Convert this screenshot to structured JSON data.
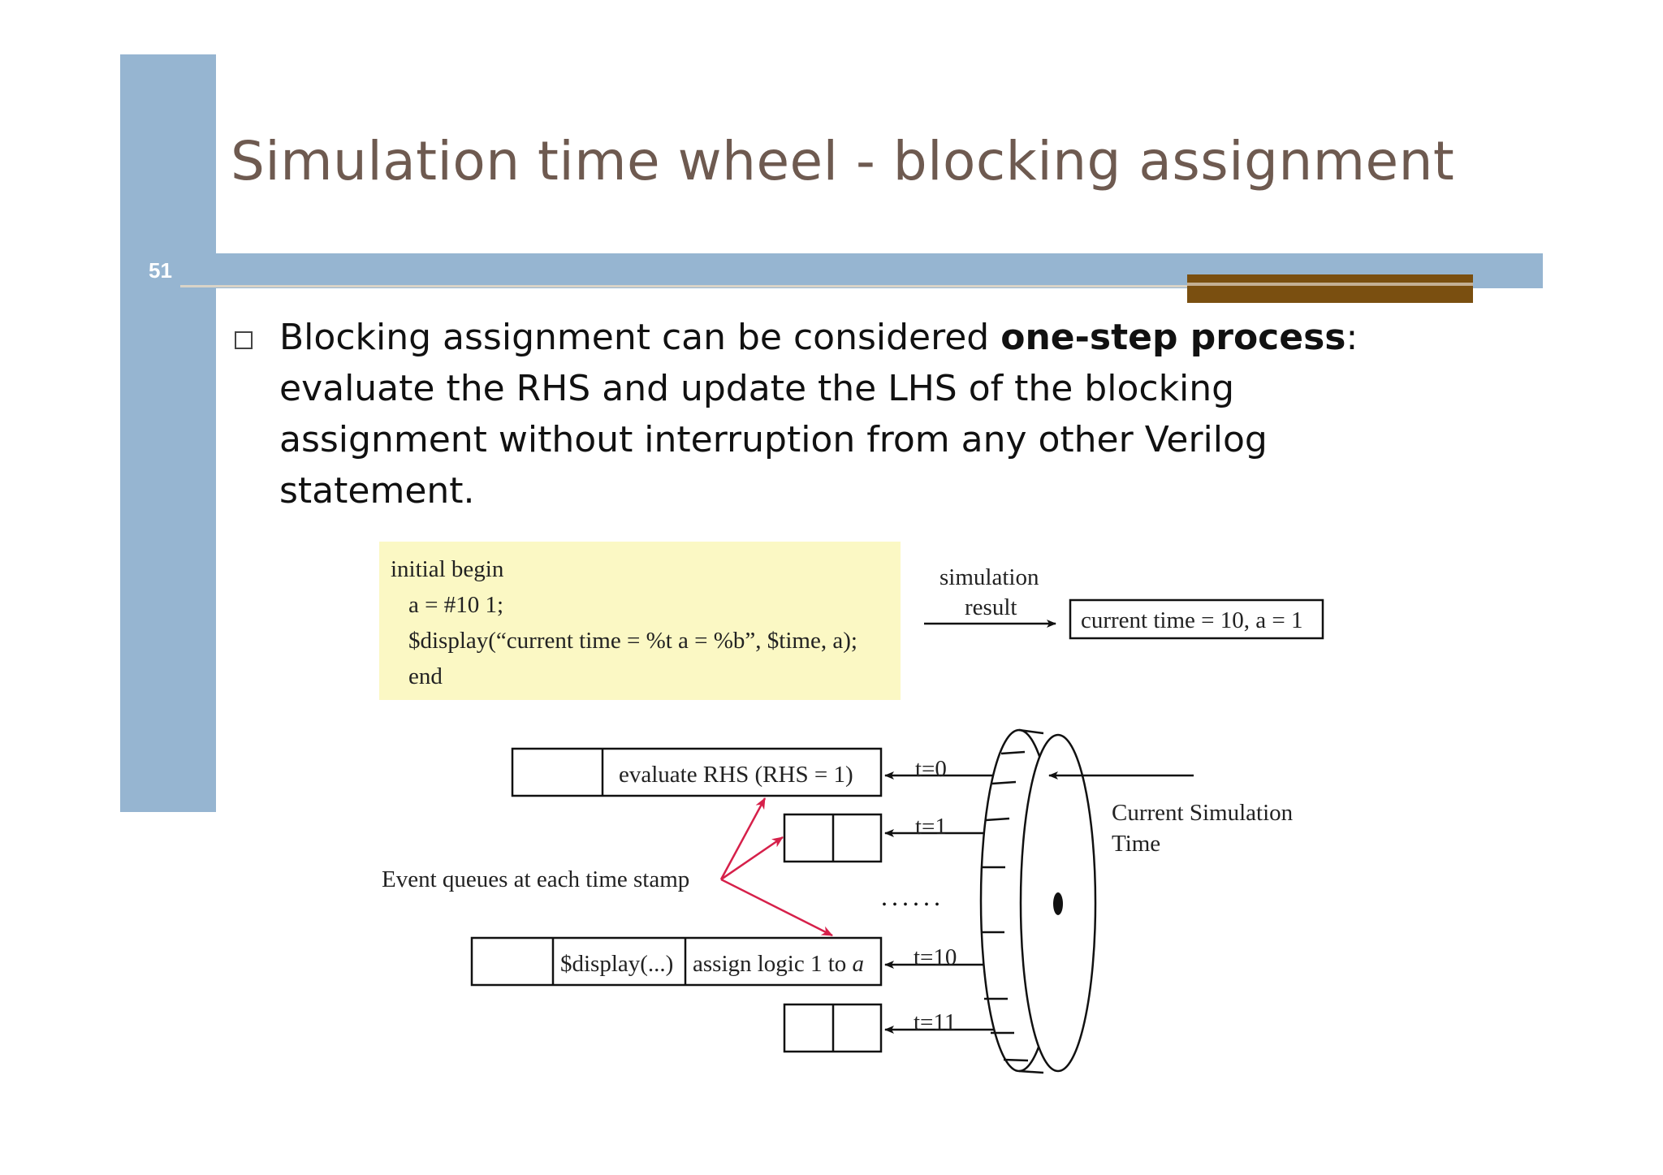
{
  "slide": {
    "number": "51",
    "title": "Simulation time wheel - blocking assignment"
  },
  "bullet": {
    "text_before": "Blocking assignment can be considered ",
    "bold": "one-step process",
    "text_after": ": evaluate the RHS and update the LHS of the blocking assignment without interruption from any other Verilog statement."
  },
  "code": {
    "lines": [
      "initial begin",
      "a = #10 1;",
      "$display(“current time = %t  a = %b”, $time, a);",
      "end"
    ]
  },
  "diagram": {
    "sim_label_1": "simulation",
    "sim_label_2": "result",
    "result_text": "current time = 10, a = 1",
    "queue_t0_text": "evaluate RHS (RHS = 1)",
    "queue_t10_display": "$display(...)",
    "queue_t10_assign": "assign logic 1 to ",
    "queue_t10_assign_var": "a",
    "event_queue_label": "Event queues at each time stamp",
    "dots": "......",
    "current_sim_1": "Current Simulation",
    "current_sim_2": "Time",
    "t_labels": [
      "t=0",
      "t=1",
      "t=10",
      "t=11"
    ]
  },
  "colors": {
    "accent_blue": "#96b5d1",
    "accent_brown": "#7a4f10",
    "title_color": "#6e5a50",
    "code_bg": "#fbf8c4",
    "arrow_red": "#d6204a"
  }
}
